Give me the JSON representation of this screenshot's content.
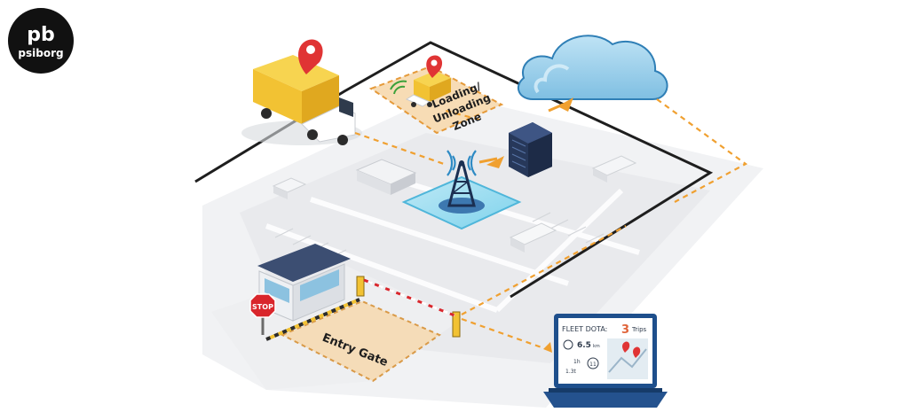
{
  "logo": {
    "mark": "pb",
    "name": "psiborg"
  },
  "labels": {
    "loading_zone": [
      "Loading/",
      "Unloading",
      "Zone"
    ],
    "entry_gate": "Entry Gate",
    "stop_sign": "STOP"
  },
  "laptop": {
    "title": "FLEET  DOTA:",
    "trip_count": "3",
    "trip_unit": "Trips",
    "stat_1": "6.5",
    "stat_1_unit": "km",
    "stat_2": "11",
    "stat_3": "1h",
    "stat_4": "1.3t"
  },
  "colors": {
    "route_dash": "#f0a030",
    "gate_arm": "#d9262c",
    "pin": "#e03434",
    "truck": "#f2c233",
    "cloud": "#7ec3e6",
    "tower": "#1f3a60"
  },
  "icons": [
    "location-pin-icon",
    "wifi-signal-icon",
    "cell-tower-icon",
    "server-icon",
    "cloud-icon",
    "laptop-icon",
    "stop-sign-icon",
    "truck-icon"
  ]
}
